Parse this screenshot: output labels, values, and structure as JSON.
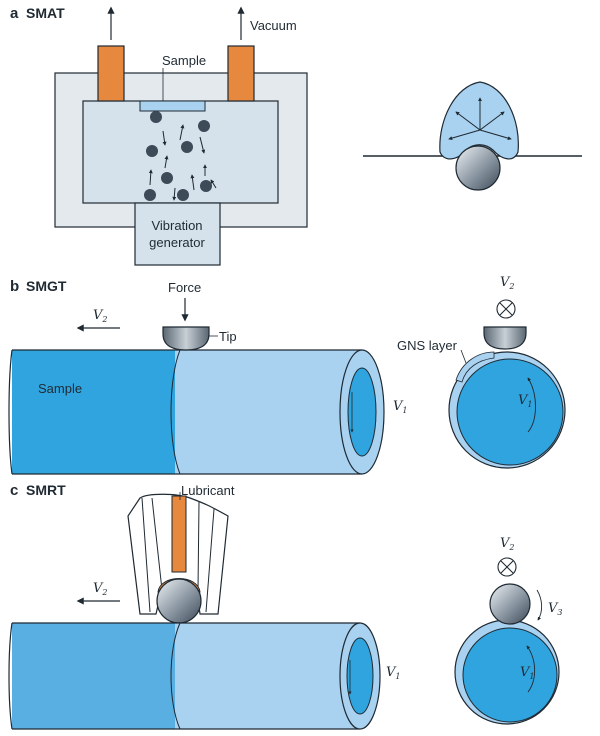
{
  "panels": {
    "a": {
      "letter": "a",
      "name": "SMAT",
      "vacuum": "Vacuum",
      "sample": "Sample",
      "generator_line1": "Vibration",
      "generator_line2": "generator"
    },
    "b": {
      "letter": "b",
      "name": "SMGT",
      "force": "Force",
      "tip": "Tip",
      "sample": "Sample",
      "gns_layer": "GNS layer"
    },
    "c": {
      "letter": "c",
      "name": "SMRT",
      "lubricant": "Lubricant"
    }
  },
  "velocity": {
    "symbol": "V",
    "sub1": "1",
    "sub2": "2",
    "sub3": "3"
  },
  "colors": {
    "outline": "#1f2a33",
    "frame_gray": "#e4e9ee",
    "chamber": "#d5e2ec",
    "light_blue": "#a9d1f0",
    "sample_blue": "#2fa4de",
    "mid_blue": "#59aee2",
    "orange": "#e6883e",
    "ball_dark": "#3d4a57"
  }
}
